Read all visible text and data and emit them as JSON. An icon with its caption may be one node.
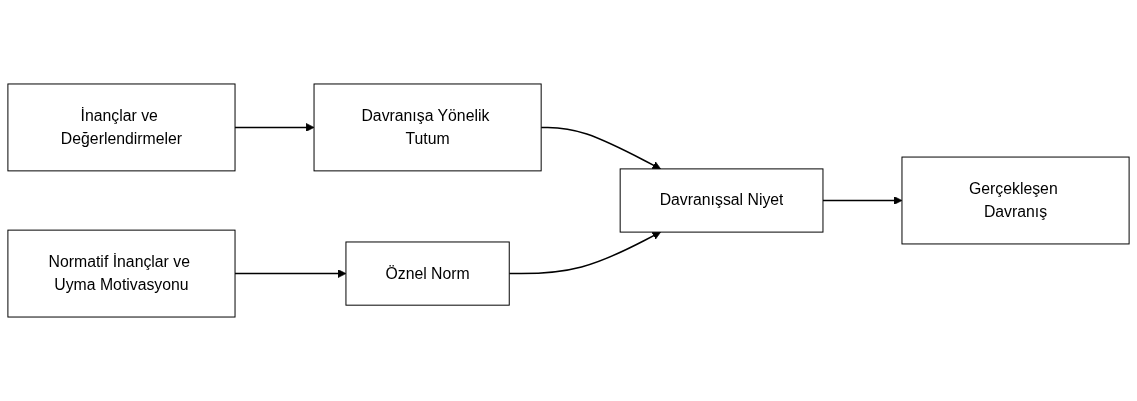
{
  "diagram": {
    "nodes": [
      {
        "text": [
          "İnançlar ve Değerlendirmeler"
        ]
      },
      {
        "text": [
          "Davranışa Yönelik Tutum"
        ]
      },
      {
        "text": [
          "Davranışsal Niyet"
        ]
      },
      {
        "text": [
          "Gerçekleşen Davranış"
        ]
      },
      {
        "text": [
          "Normatif İnançlar ve Uyma Motivasyonu"
        ]
      },
      {
        "text": [
          "Öznel Norm"
        ]
      }
    ],
    "edges": [
      {
        "from": 0,
        "to": 1,
        "arrow": "to"
      },
      {
        "from": 1,
        "to": 2,
        "arrow": "to"
      },
      {
        "from": 2,
        "to": 3,
        "arrow": "to"
      },
      {
        "from": 4,
        "to": 5,
        "arrow": "to"
      },
      {
        "from": 5,
        "to": 2,
        "arrow": "to"
      }
    ]
  }
}
